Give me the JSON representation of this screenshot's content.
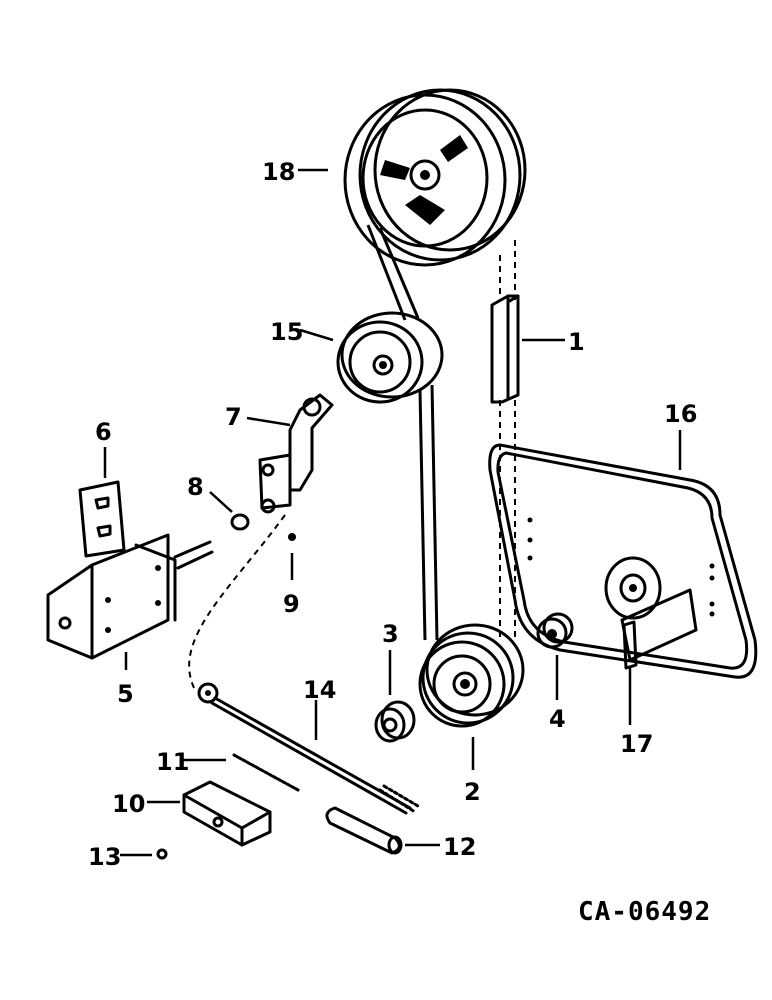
{
  "callouts": {
    "c1": "1",
    "c2": "2",
    "c3": "3",
    "c4": "4",
    "c5": "5",
    "c6": "6",
    "c7": "7",
    "c8": "8",
    "c9": "9",
    "c10": "10",
    "c11": "11",
    "c12": "12",
    "c13": "13",
    "c14": "14",
    "c15": "15",
    "c16": "16",
    "c17": "17",
    "c18": "18"
  },
  "document_id": "CA-06492"
}
